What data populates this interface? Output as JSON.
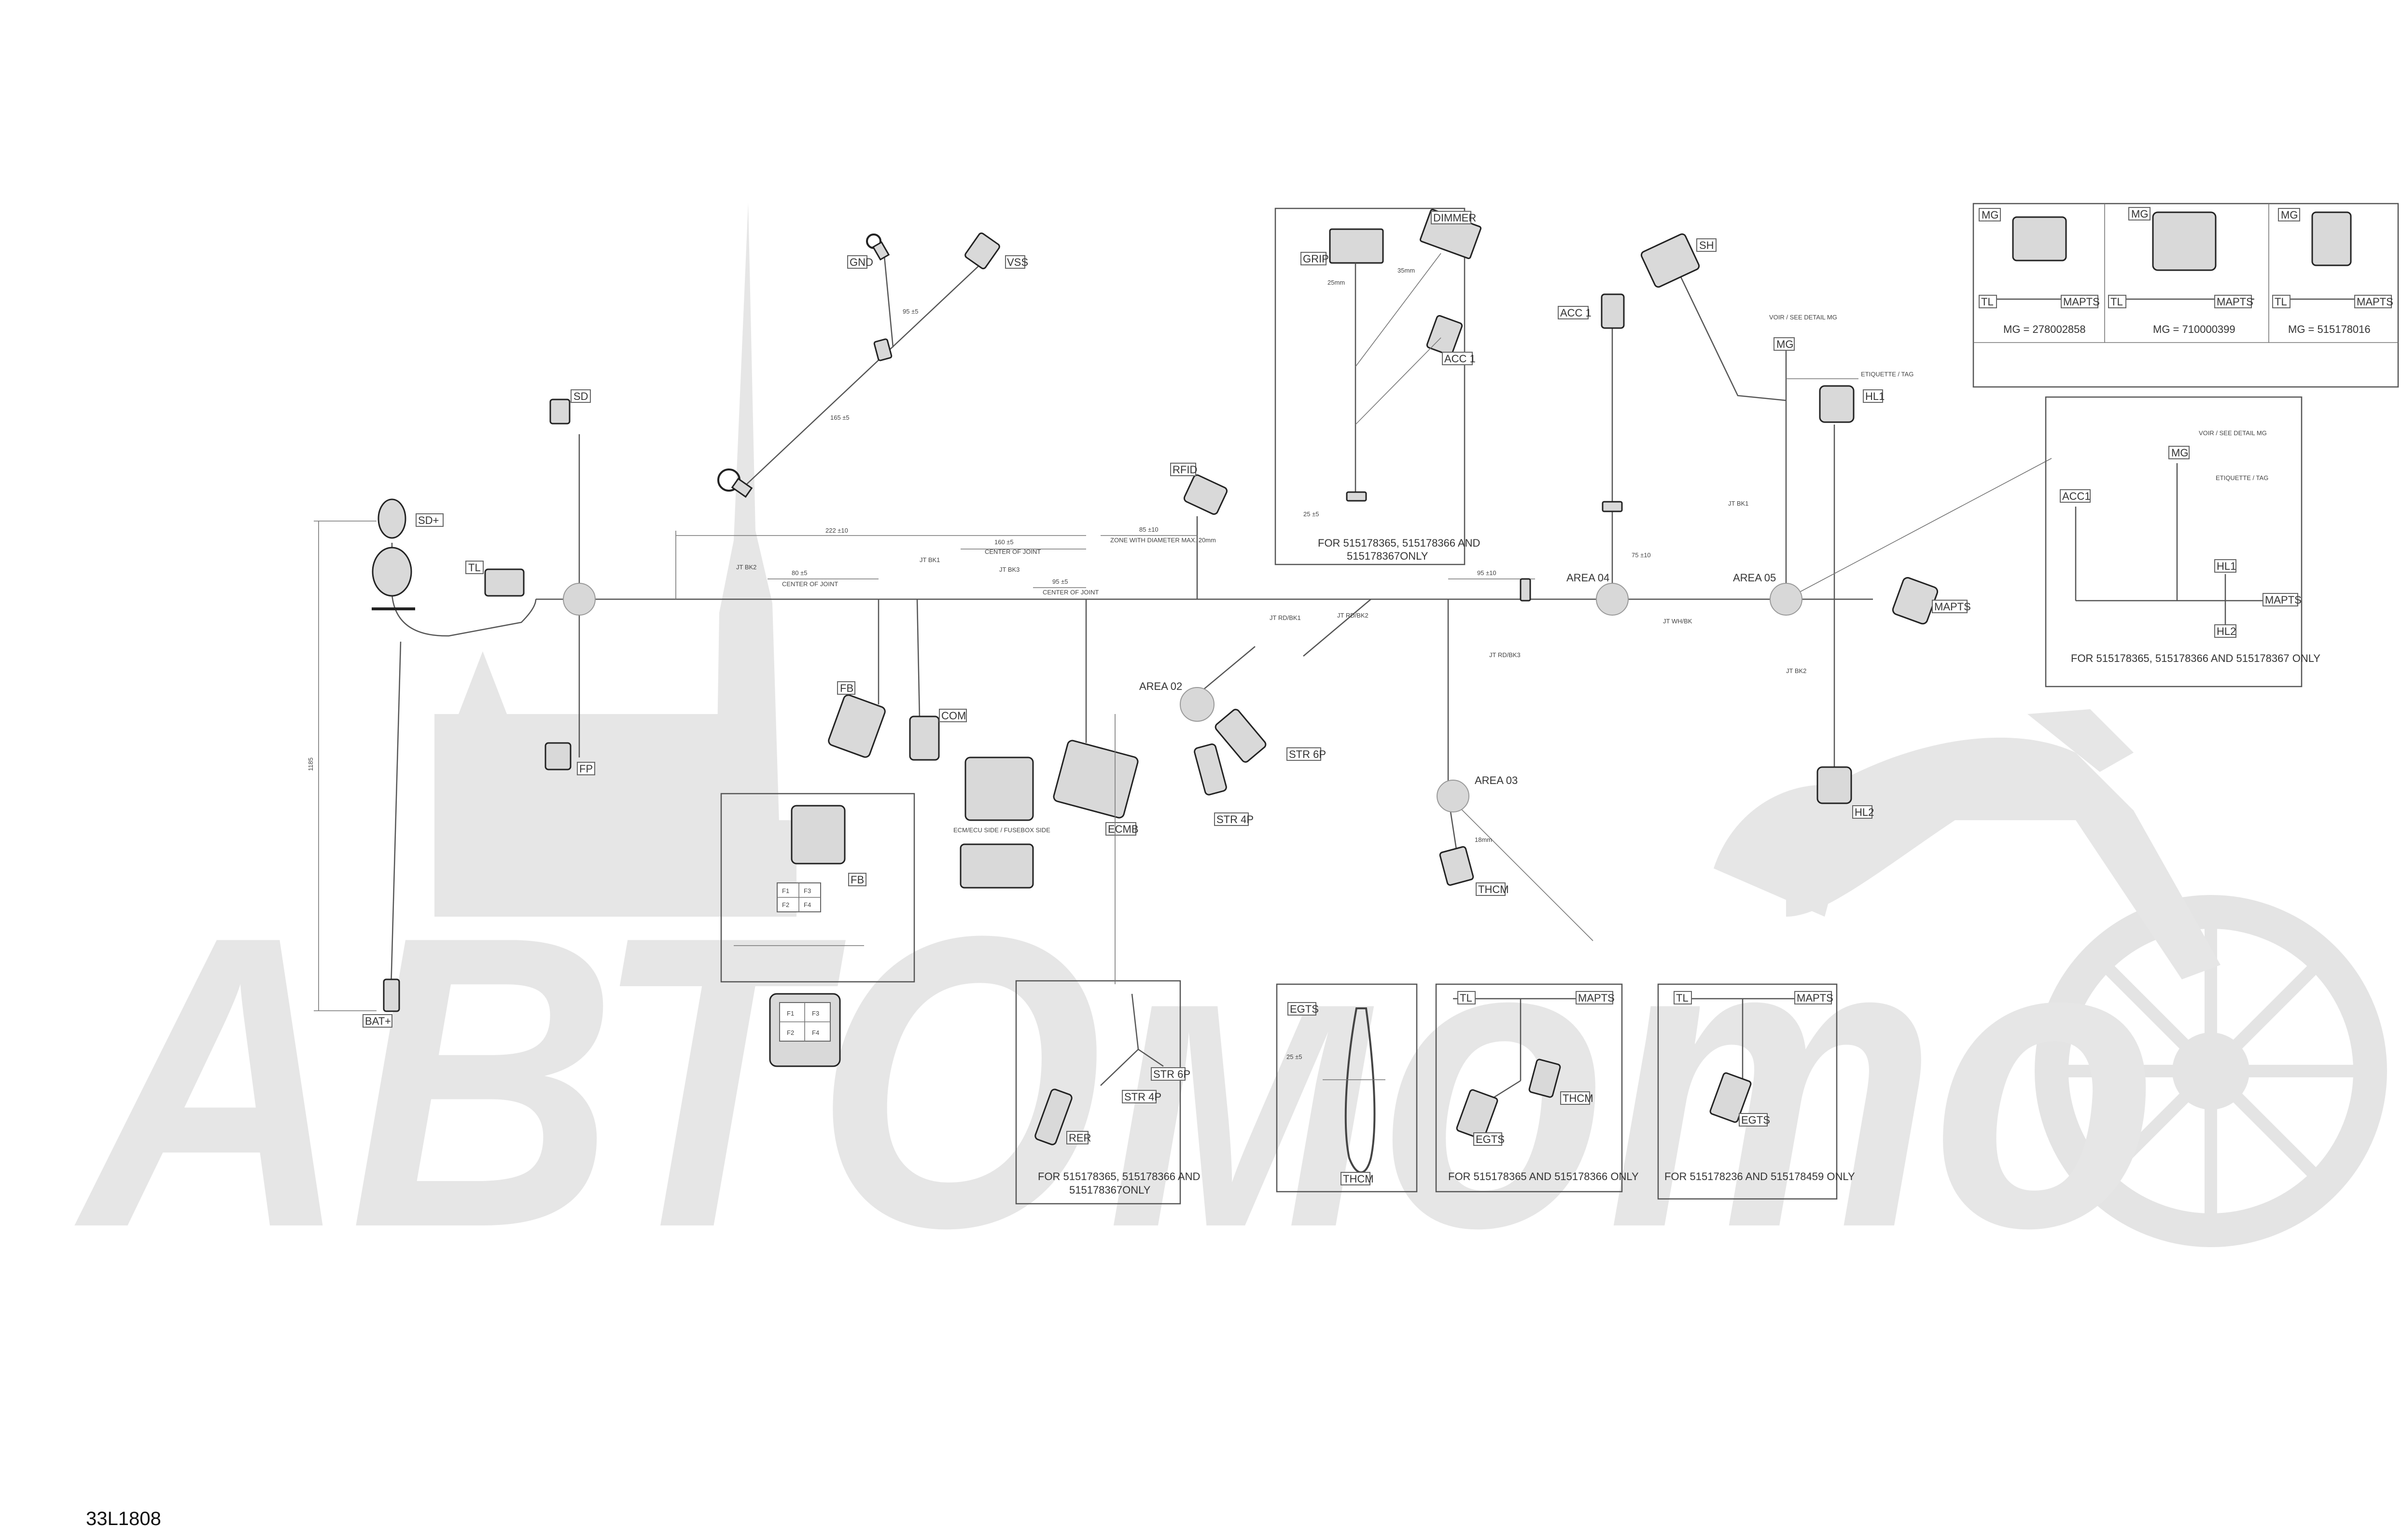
{
  "watermark": {
    "text": "АВТОмото"
  },
  "document_id": "33L1808",
  "connectors": {
    "gnd": "GND",
    "vss": "VSS",
    "sd": "SD",
    "sd_plus": "SD+",
    "tl": "TL",
    "fp": "FP",
    "bat_plus": "BAT+",
    "fb": "FB",
    "com": "COM",
    "ecmb": "ECMB",
    "rfid": "RFID",
    "str_6p": "STR 6P",
    "str_4p": "STR 4P",
    "rer": "RER",
    "grip": "GRIP",
    "dimmer": "DIMMER",
    "acc1_inset": "ACC 1",
    "acc1": "ACC 1",
    "sh": "SH",
    "mg": "MG",
    "hl1": "HL1",
    "hl2": "HL2",
    "mapts": "MAPTS",
    "thcm": "THCM",
    "egts": "EGTS",
    "fb_inset": "FB"
  },
  "areas": {
    "area02": "AREA 02",
    "area03": "AREA 03",
    "area04": "AREA 04",
    "area05": "AREA 05"
  },
  "insets": {
    "grip_note_line1": "FOR 515178365, 515178366 AND",
    "grip_note_line2": "515178367ONLY",
    "rer_note_line1": "FOR 515178365, 515178366 AND",
    "rer_note_line2": "515178367ONLY",
    "thcm_egts_note": "FOR 515178365 AND 515178366 ONLY",
    "egts_note": "FOR 515178236 AND 515178459 ONLY",
    "hl_note": "FOR 515178365, 515178366 AND 515178367 ONLY",
    "hl_acc1": "ACC1",
    "hl_mg": "MG",
    "hl_hl1": "HL1",
    "hl_hl2": "HL2",
    "hl_mapts": "MAPTS",
    "thcm_inset_egts": "EGTS",
    "thcm_inset_thcm": "THCM",
    "tm_tl": "TL",
    "tm_mapts": "MAPTS",
    "tm_thcm": "THCM",
    "tm_egts": "EGTS",
    "e_tl": "TL",
    "e_mapts": "MAPTS",
    "e_egts": "EGTS",
    "rer_str6p": "STR 6P",
    "rer_str4p": "STR 4P",
    "rer_rer": "RER",
    "fb_cells": [
      "F1",
      "F3",
      "F2",
      "F4"
    ],
    "fb_bottom_cells": [
      "F1",
      "F3",
      "F2",
      "F4"
    ]
  },
  "mg_table": {
    "cells": [
      {
        "mg": "MG",
        "tl": "TL",
        "mapts": "MAPTS",
        "caption": "MG = 278002858"
      },
      {
        "mg": "MG",
        "tl": "TL",
        "mapts": "MAPTS",
        "caption": "MG = 710000399"
      },
      {
        "mg": "MG",
        "tl": "TL",
        "mapts": "MAPTS",
        "caption": "MG = 515178016"
      }
    ]
  },
  "notes": {
    "dim_main_1": "222 ±10",
    "dim_main_2": "95 ±5",
    "dim_main_3": "165 ±5",
    "dim_main_4": "1185",
    "dim_area04": "95 ±10",
    "dim_area05": "75 ±10",
    "dim_grip": "25 ±5",
    "dim_thcm": "25 ±5",
    "grip_25mm": "25mm",
    "grip_35mm": "35mm",
    "center_joint_1": "CENTER OF JOINT",
    "center_joint_2": "CENTER OF JOINT",
    "center_joint_3": "CENTER OF JOINT",
    "center_joint_a": "80 ±5",
    "center_joint_b": "160 ±5",
    "center_joint_c": "95 ±5",
    "zone_note_1": "ZONE WITH DIAMETER MAX. 20mm",
    "zone_note_val": "85 ±10",
    "mg_note": "VOIR / SEE DETAIL MG",
    "etiquette": "ETIQUETTE / TAG",
    "hl_mg_note": "VOIR / SEE DETAIL MG",
    "hl_etiquette": "ETIQUETTE / TAG",
    "ecm_note": "ECM/ECU SIDE / FUSEBOX SIDE",
    "thcm_18mm": "18mm",
    "jt_marks": [
      "JT BK2",
      "JT BK1",
      "JT BK3",
      "JT RD/BK1",
      "JT RD/BK2",
      "JT RD/BK3",
      "JT WH/BK",
      "JT BK1",
      "JT BK2"
    ]
  }
}
